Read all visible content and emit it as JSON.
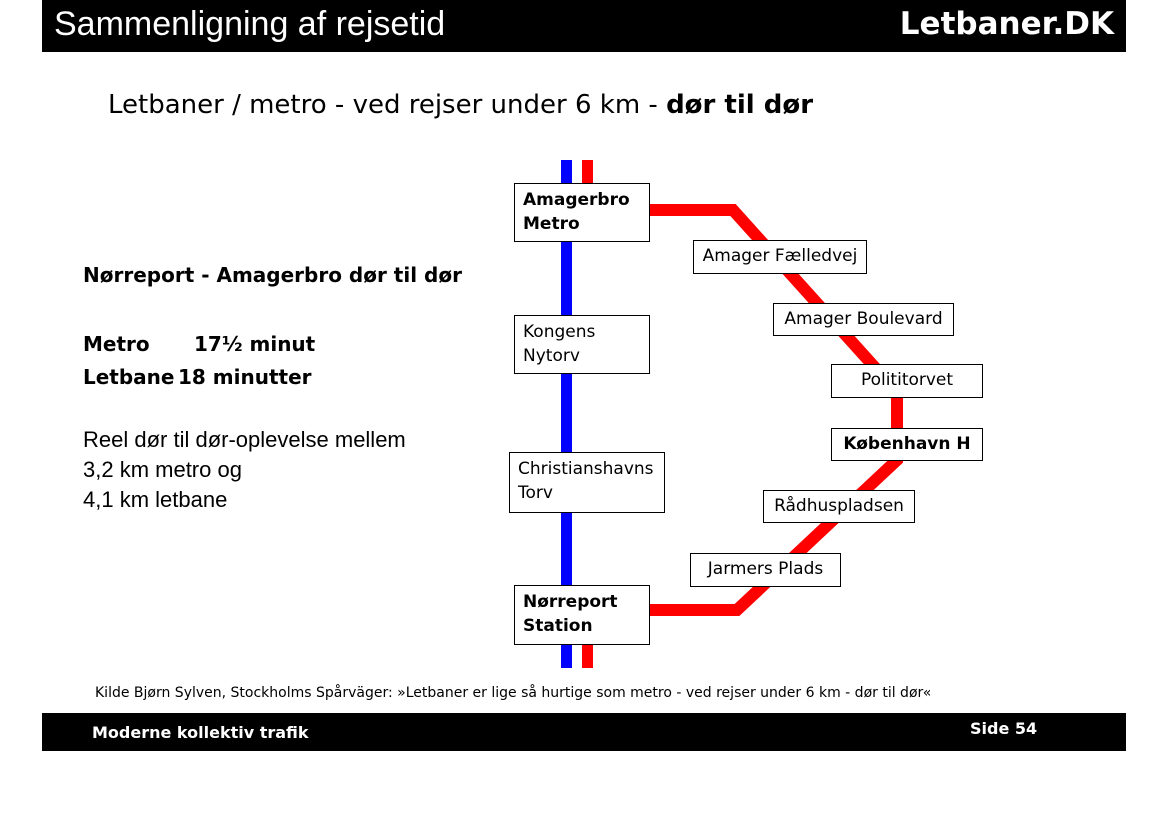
{
  "header": {
    "title": "Sammenligning af rejsetid",
    "brand": "Letbaner.DK"
  },
  "subtitle": {
    "text": "Letbaner / metro - ved rejser under 6 km - ",
    "bold": "dør til dør"
  },
  "info": {
    "route": "Nørreport - Amagerbro dør til dør",
    "times": [
      {
        "mode": "Metro",
        "time": "17½ minut"
      },
      {
        "mode": "Letbane",
        "time": "18 minutter"
      }
    ],
    "reel_lines": [
      "Reel dør til dør-oplevelse mellem",
      "3,2 km metro og",
      "4,1 km letbane"
    ]
  },
  "diagram": {
    "colors": {
      "metro": "#0000ff",
      "letbane": "#ff0000"
    },
    "metro_stations": [
      {
        "line1": "Amagerbro",
        "line2": "Metro"
      },
      {
        "line1": "Kongens",
        "line2": "Nytorv"
      },
      {
        "line1": "Christianshavns",
        "line2": "Torv"
      },
      {
        "line1": "Nørreport",
        "line2": "Station"
      }
    ],
    "letbane_stations": [
      "Amager Fælledvej",
      "Amager Boulevard",
      "Polititorvet",
      "København H",
      "Rådhuspladsen",
      "Jarmers Plads"
    ]
  },
  "source": "Kilde Bjørn Sylven, Stockholms Spårväger: »Letbaner er lige så hurtige som metro - ved rejser under 6 km - dør til dør«",
  "footer": {
    "left": "Moderne kollektiv trafik",
    "right": "Side 54"
  }
}
